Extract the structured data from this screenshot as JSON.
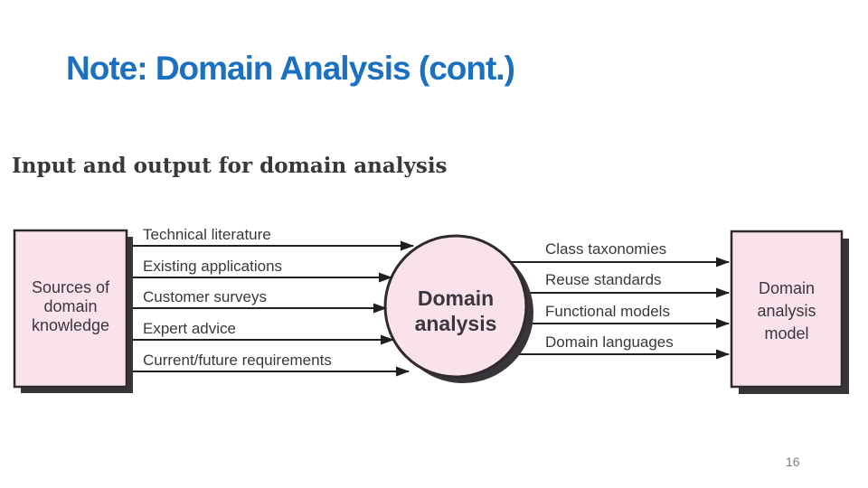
{
  "slide": {
    "title": "Note: Domain Analysis (cont.)",
    "figure_caption": "Input and output for domain analysis",
    "page_number": "16"
  },
  "diagram": {
    "source_box": {
      "lines": [
        "Sources of",
        "domain",
        "knowledge"
      ]
    },
    "process_circle": {
      "lines": [
        "Domain",
        "analysis"
      ]
    },
    "output_box": {
      "lines": [
        "Domain",
        "analysis",
        "model"
      ]
    },
    "inputs": [
      "Technical literature",
      "Existing applications",
      "Customer surveys",
      "Expert advice",
      "Current/future requirements"
    ],
    "outputs": [
      "Class taxonomies",
      "Reuse standards",
      "Functional models",
      "Domain languages"
    ],
    "colors": {
      "node_fill": "#f9e2ec",
      "node_border": "#2e2a2e",
      "shadow": "#38343a",
      "arrow": "#1f1f1f",
      "label_text": "#3b373c",
      "title_blue": "#1b70c0",
      "page_number_gray": "#7d7d7d"
    }
  }
}
